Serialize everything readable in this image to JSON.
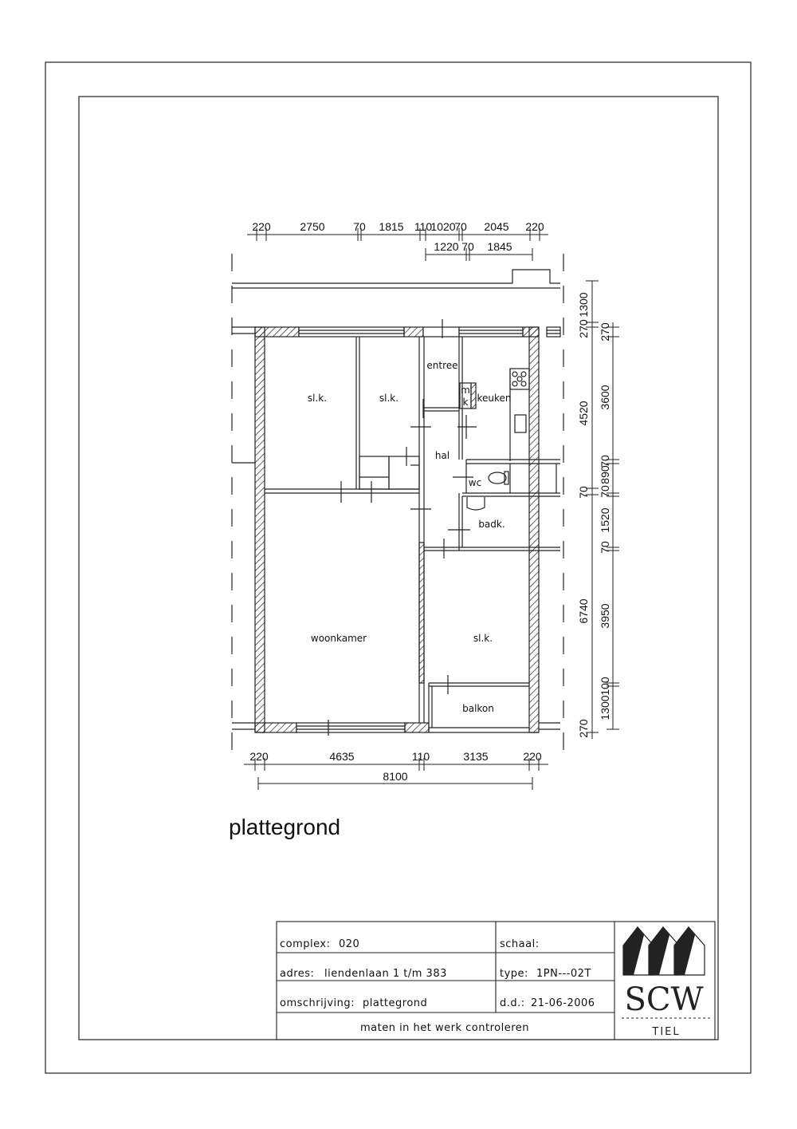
{
  "title": "plattegrond",
  "rooms": {
    "slk1": "sl.k.",
    "slk2": "sl.k.",
    "entree": "entree",
    "m": "m",
    "k": "k",
    "keuken": "keuken",
    "hal": "hal",
    "wc": "wc",
    "badk": "badk.",
    "woonkamer": "woonkamer",
    "slk3": "sl.k.",
    "balkon": "balkon"
  },
  "dims": {
    "top1": [
      "220",
      "2750",
      "70",
      "1815",
      "110",
      "1020",
      "70",
      "2045",
      "220"
    ],
    "top2": [
      "1220",
      "70",
      "1845"
    ],
    "bottom1": [
      "220",
      "4635",
      "110",
      "3135",
      "220"
    ],
    "bottom_total": "8100",
    "right_outer": [
      "270",
      "1300",
      "4520",
      "70",
      "6740",
      "270"
    ],
    "right_inner": [
      "270",
      "3600",
      "70",
      "890",
      "70",
      "1520",
      "70",
      "3950",
      "100",
      "1300"
    ]
  },
  "titleblock": {
    "complex_label": "complex:",
    "complex_value": "020",
    "adres_label": "adres:",
    "adres_value": "liendenlaan 1 t/m 383",
    "omschrijving_label": "omschrijving:",
    "omschrijving_value": "plattegrond",
    "schaal_label": "schaal:",
    "type_label": "type:",
    "type_value": "1PN---02T",
    "dd_label": "d.d.:",
    "dd_value": "21-06-2006",
    "footer": "maten in het werk controleren",
    "logo_text": "SCW",
    "logo_sub": "TIEL"
  }
}
